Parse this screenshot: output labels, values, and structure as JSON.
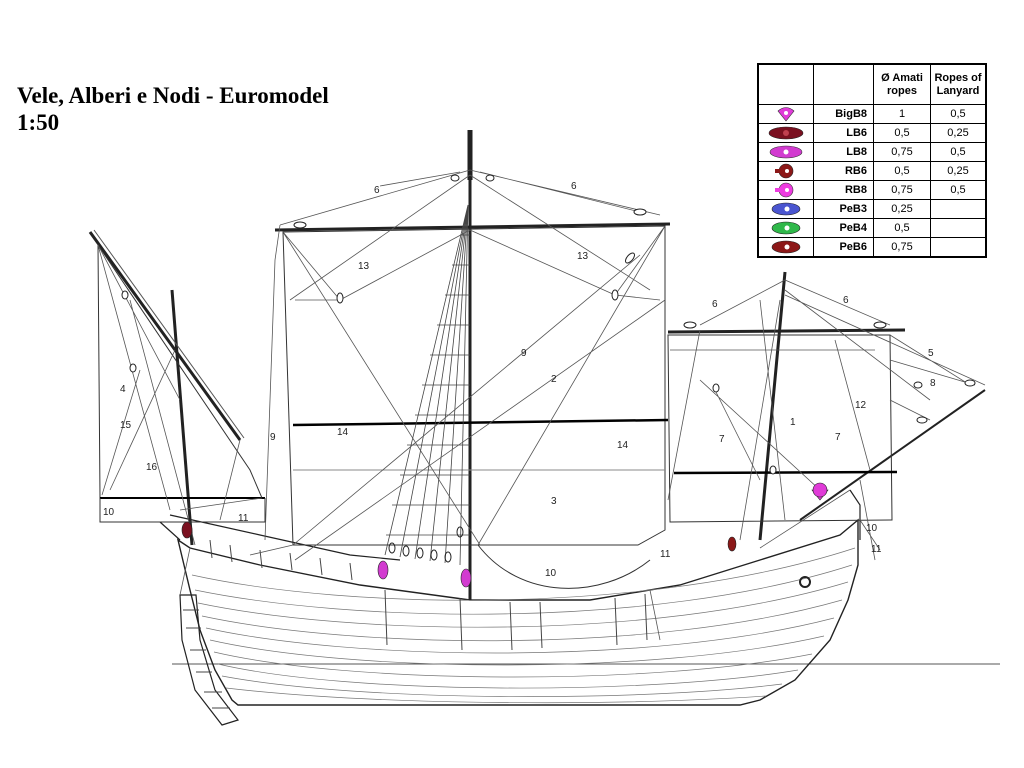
{
  "title": {
    "line1": "Vele, Alberi e Nodi - Euromodel",
    "line2": "1:50"
  },
  "legend": {
    "header_amati": "Ø Amati ropes",
    "header_lanyard": "Ropes of Lanyard",
    "rows": [
      {
        "icon": "bigb8-block-icon",
        "code": "BigB8",
        "amati": "1",
        "lanyard": "0,5",
        "color": "#e03bd8"
      },
      {
        "icon": "lb6-block-icon",
        "code": "LB6",
        "amati": "0,5",
        "lanyard": "0,25",
        "color": "#7a1020"
      },
      {
        "icon": "lb8-block-icon",
        "code": "LB8",
        "amati": "0,75",
        "lanyard": "0,5",
        "color": "#d23bd0"
      },
      {
        "icon": "rb6-block-icon",
        "code": "RB6",
        "amati": "0,5",
        "lanyard": "0,25",
        "color": "#8c1818"
      },
      {
        "icon": "rb8-block-icon",
        "code": "RB8",
        "amati": "0,75",
        "lanyard": "0,5",
        "color": "#ee3be0"
      },
      {
        "icon": "peb3-block-icon",
        "code": "PeB3",
        "amati": "0,25",
        "lanyard": "",
        "color": "#4a55d0"
      },
      {
        "icon": "peb4-block-icon",
        "code": "PeB4",
        "amati": "0,5",
        "lanyard": "",
        "color": "#2fb84a"
      },
      {
        "icon": "peb6-block-icon",
        "code": "PeB6",
        "amati": "0,75",
        "lanyard": "",
        "color": "#8c1818"
      }
    ]
  },
  "labels": {
    "n1": "1",
    "n2": "2",
    "n3": "3",
    "n4": "4",
    "n5": "5",
    "n6": "6",
    "n7": "7",
    "n8": "8",
    "n9": "9",
    "n10": "10",
    "n11": "11",
    "n12": "12",
    "n13": "13",
    "n14": "14",
    "n15": "15",
    "n16": "16"
  }
}
